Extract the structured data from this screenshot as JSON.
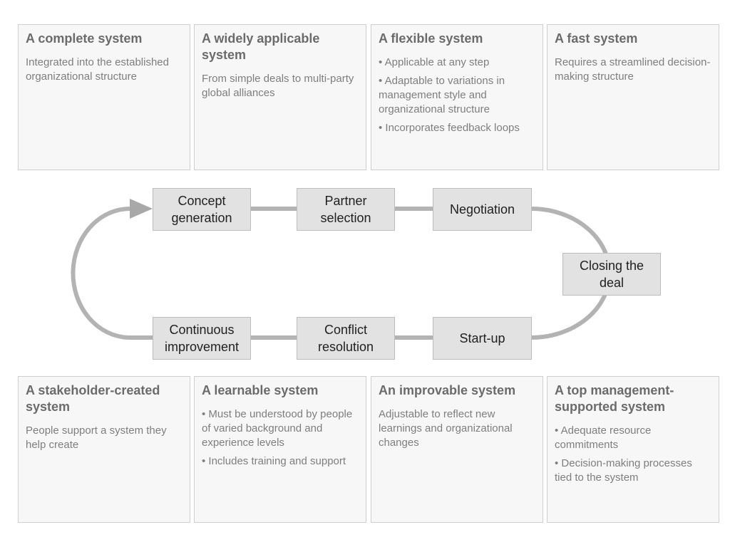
{
  "top_cards": [
    {
      "title": "A complete system",
      "text": "Integrated into the established organizational structure"
    },
    {
      "title": "A widely applicable system",
      "text": "From simple deals to multi-party global alliances"
    },
    {
      "title": "A flexible system",
      "bullets": [
        "Applicable at any step",
        "Adaptable to variations in management style and organizational structure",
        "Incorporates feedback loops"
      ]
    },
    {
      "title": "A fast system",
      "text": "Requires a streamlined decision-making structure"
    }
  ],
  "bottom_cards": [
    {
      "title": "A stakeholder-created system",
      "text": "People support a system they help create"
    },
    {
      "title": "A learnable system",
      "bullets": [
        "Must be understood by people of varied background and experience levels",
        "Includes training and support"
      ]
    },
    {
      "title": "An improvable system",
      "text": "Adjustable to reflect new learnings and organizational changes"
    },
    {
      "title": "A top management-supported system",
      "bullets": [
        "Adequate resource commitments",
        "Decision-making processes tied to the system"
      ]
    }
  ],
  "cycle_steps": {
    "concept_generation": "Concept generation",
    "partner_selection": "Partner selection",
    "negotiation": "Negotiation",
    "closing_the_deal": "Closing the deal",
    "start_up": "Start-up",
    "conflict_resolution": "Conflict resolution",
    "continuous_improvement": "Continuous improvement"
  },
  "colors": {
    "connector": "#b3b3b3",
    "step_fill": "#e2e2e2",
    "card_fill": "#f7f7f7"
  }
}
